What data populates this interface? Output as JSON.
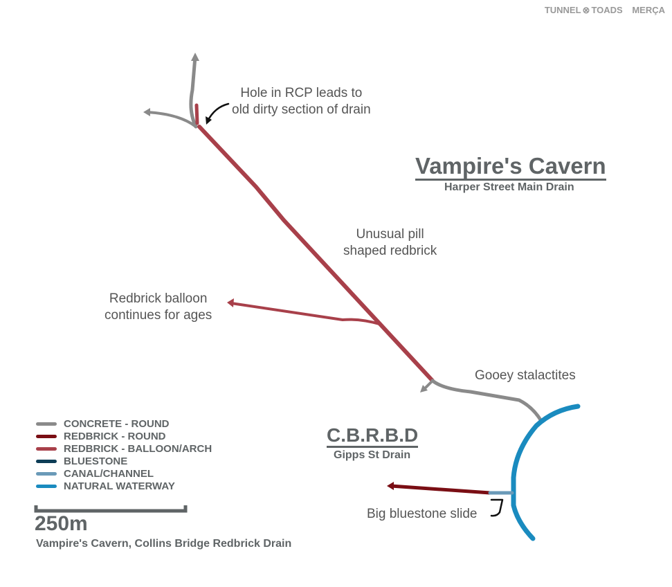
{
  "logo": {
    "brand": "TUNNEL",
    "brand2": "TOADS",
    "partner": "MERÇA"
  },
  "titles": {
    "main_title": "Vampire's Cavern",
    "main_subtitle": "Harper Street Main Drain",
    "second_title": "C.B.R.B.D",
    "second_subtitle": "Gipps St Drain"
  },
  "notes": {
    "rcp_line1": "Hole in RCP leads to",
    "rcp_line2": "old dirty section of drain",
    "pill_line1": "Unusual pill",
    "pill_line2": "shaped redbrick",
    "balloon_line1": "Redbrick balloon",
    "balloon_line2": "continues for ages",
    "gooey": "Gooey stalactites",
    "slide": "Big bluestone slide"
  },
  "legend": [
    {
      "label": "CONCRETE - ROUND",
      "color": "#8a8a8a"
    },
    {
      "label": "REDBRICK  - ROUND",
      "color": "#7a0e14"
    },
    {
      "label": "REDBRICK  - BALLOON/ARCH",
      "color": "#a8404a"
    },
    {
      "label": "BLUESTONE",
      "color": "#0d3d56"
    },
    {
      "label": "CANAL/CHANNEL",
      "color": "#6a9ab8"
    },
    {
      "label": "NATURAL WATERWAY",
      "color": "#1a8bbf"
    }
  ],
  "scale": {
    "label": "250m"
  },
  "caption": "Vampire's Cavern, Collins Bridge Redbrick Drain"
}
